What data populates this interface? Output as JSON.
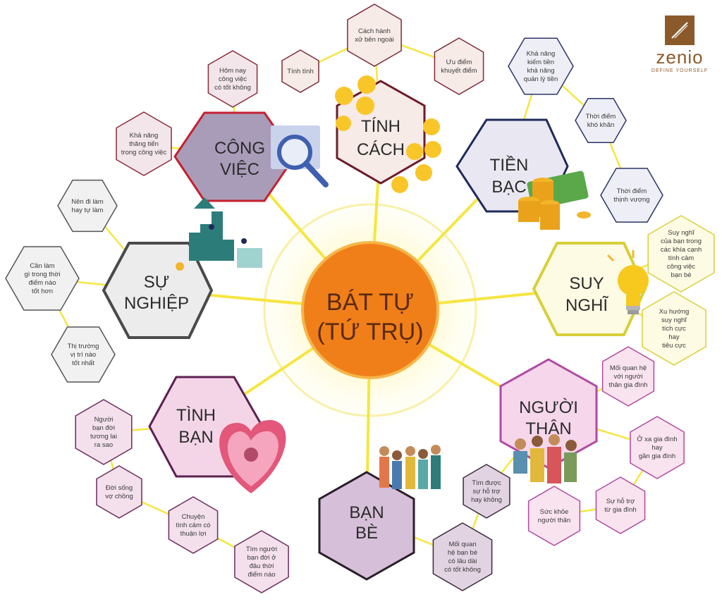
{
  "center": {
    "line1": "BÁT TỰ",
    "line2": "(TỨ TRỤ)"
  },
  "logo": {
    "brand": "zenio",
    "tagline": "DEFINE YOURSELF"
  },
  "colors": {
    "center": "#f07f1a",
    "ring": "#fbf5b8",
    "connector": "#f5e642",
    "cong_viec": "#a89cb8",
    "tinh_cach": "#f6ebe7",
    "tien_bac": "#e9e8f2",
    "su_nghiep": "#ececec",
    "suy_nghi": "#fdfbe4",
    "nguoi_than": "#f5d6ea",
    "tinh_ban": "#f3d5e7",
    "ban_be": "#d6bfd8"
  },
  "nodes": {
    "cong_viec": {
      "line1": "CÔNG",
      "line2": "VIỆC"
    },
    "tinh_cach": {
      "line1": "TÍNH",
      "line2": "CÁCH"
    },
    "tien_bac": {
      "line1": "TIỀN",
      "line2": "BẠC"
    },
    "su_nghiep": {
      "line1": "SỰ",
      "line2": "NGHIỆP"
    },
    "suy_nghi": {
      "line1": "SUY",
      "line2": "NGHĨ"
    },
    "nguoi_than": {
      "line1": "NGƯỜI",
      "line2": "THÂN"
    },
    "tinh_ban": {
      "line1": "TÌNH",
      "line2": "BẠN"
    },
    "ban_be": {
      "line1": "BẠN",
      "line2": "BÈ"
    }
  },
  "leaves": {
    "hom_nay": [
      "Hôm nay",
      "công việc",
      "có tốt không"
    ],
    "kha_nang_thang_tien": [
      "Khả năng",
      "thăng tiến",
      "trong công việc"
    ],
    "cach_hanh_xu": [
      "Cách hành",
      "xử bên ngoài"
    ],
    "tinh_tinh": [
      "Tính tình"
    ],
    "uu_diem": [
      "Ưu điểm",
      "khuyết điểm"
    ],
    "kha_nang_kiem_tien": [
      "Khả năng",
      "kiếm tiền",
      "khả năng",
      "quản lý tiền"
    ],
    "thoi_diem_kho_khan": [
      "Thời điểm",
      "khó khăn"
    ],
    "thoi_diem_thinh_vuong": [
      "Thời điểm",
      "thịnh vượng"
    ],
    "nen_di_lam": [
      "Nên đi làm",
      "hay tự làm"
    ],
    "can_lam_gi": [
      "Cần làm",
      "gì trong thời",
      "điểm nào",
      "tốt hơn"
    ],
    "thi_truong": [
      "Thị trường",
      "vị trí nào",
      "tốt nhất"
    ],
    "suy_nghi_ban_trong": [
      "Suy nghĩ",
      "của bạn trong",
      "các khía cạnh",
      "tình cảm",
      "công việc",
      "bạn bè"
    ],
    "xu_huong": [
      "Xu hướng",
      "suy nghĩ",
      "tích cực",
      "hay",
      "tiêu cực"
    ],
    "moi_quan_he_nguoi_than": [
      "Mối quan hệ",
      "với người",
      "thân gia đình"
    ],
    "o_xa": [
      "Ở xa gia đình",
      "hay",
      "gần gia đình"
    ],
    "su_ho_tro": [
      "Sự hỗ trợ",
      "từ gia đình"
    ],
    "suc_khoe": [
      "Sức khỏe",
      "người thân"
    ],
    "tim_duoc": [
      "Tìm được",
      "sự hỗ trợ",
      "hay không"
    ],
    "moi_quan_he_ban_be": [
      "Mối quan",
      "hệ bạn bè",
      "có lâu dài",
      "có tốt không"
    ],
    "nguoi_ban_doi": [
      "Người",
      "bạn đời",
      "tương lai",
      "ra sao"
    ],
    "doi_song": [
      "Đời sống",
      "vợ chồng"
    ],
    "chuyen_tinh_cam": [
      "Chuyện",
      "tình cảm có",
      "thuận lợi"
    ],
    "tim_nguoi": [
      "Tìm người",
      "bạn đời ở",
      "đâu thời",
      "điểm nào"
    ]
  }
}
